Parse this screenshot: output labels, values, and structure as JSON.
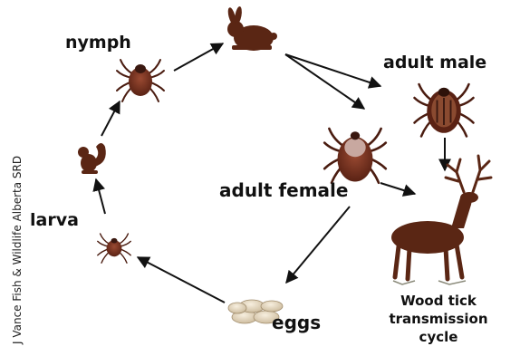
{
  "labels": {
    "nymph": "nymph",
    "adult_male": "adult male",
    "adult_female": "adult female",
    "larva": "larva",
    "eggs": "eggs"
  },
  "caption": {
    "line1": "Wood tick",
    "line2": "transmission",
    "line3": "cycle"
  },
  "credit": "J Vance Fish & Wildlife Alberta SRD",
  "icons": {
    "nymph": "tick-icon",
    "adult_male": "tick-icon",
    "adult_female": "engorged-tick-icon",
    "larva": "tick-icon",
    "eggs": "egg-cluster-icon",
    "rabbit": "rabbit-icon",
    "squirrel": "chipmunk-icon",
    "deer": "elk-icon"
  },
  "colors": {
    "tick_body": "#6b2b1c",
    "tick_shield": "#3a1810",
    "female_scutum": "#c8a8a0",
    "animal": "#5a2614",
    "eggs": "#e9dcc4",
    "arrow": "#111111"
  }
}
